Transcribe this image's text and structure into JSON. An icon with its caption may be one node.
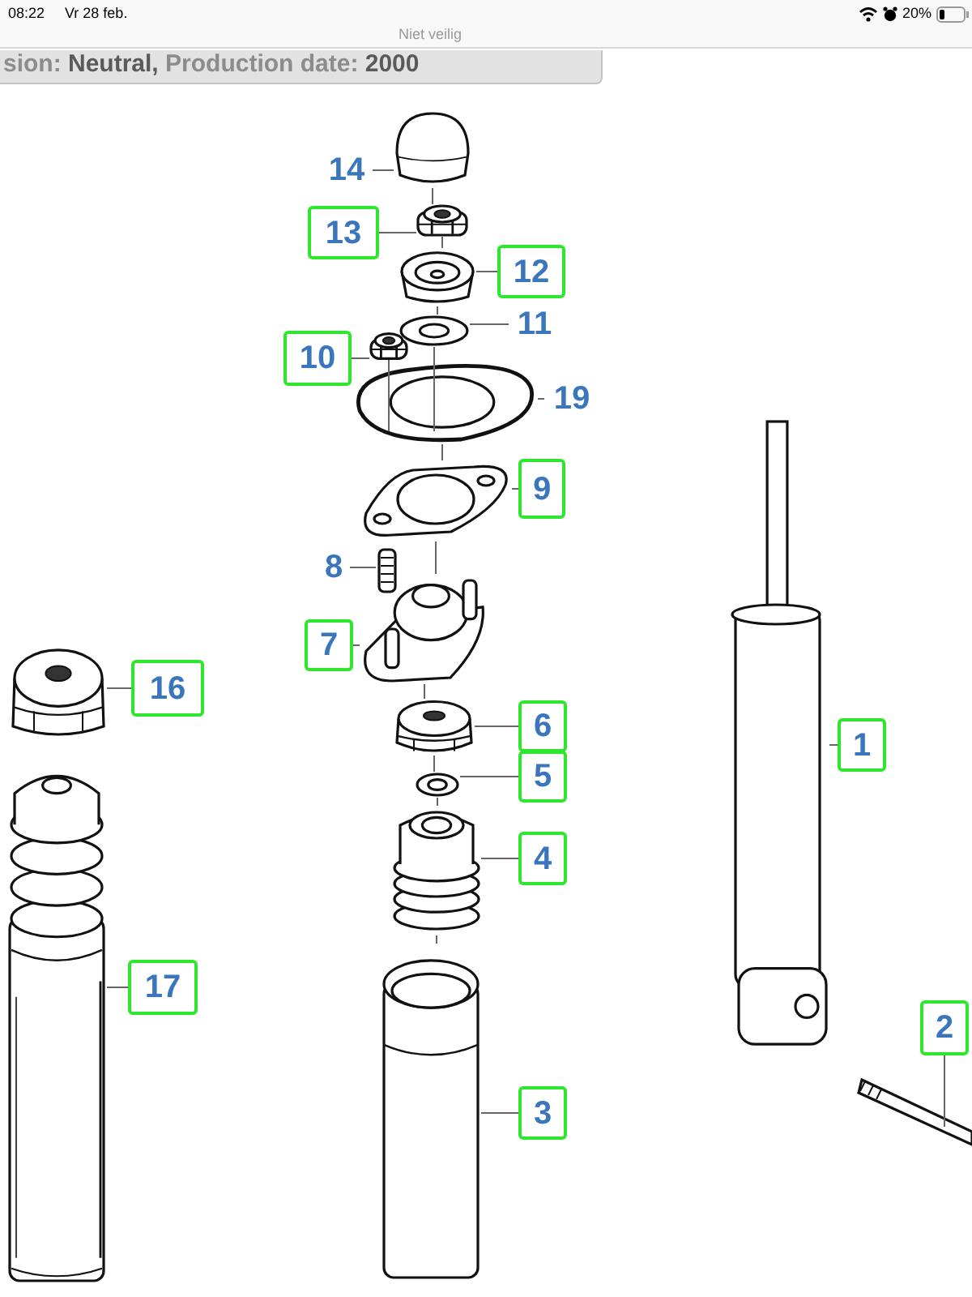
{
  "diagram": {
    "nodes": [
      {
        "text": [
          "14"
        ]
      },
      {
        "text": [
          "13"
        ]
      },
      {
        "text": [
          "12"
        ]
      },
      {
        "text": [
          "11"
        ]
      },
      {
        "text": [
          "10"
        ]
      },
      {
        "text": [
          "19"
        ]
      },
      {
        "text": [
          "9"
        ]
      },
      {
        "text": [
          "8"
        ]
      },
      {
        "text": [
          "7"
        ]
      },
      {
        "text": [
          "16"
        ]
      },
      {
        "text": [
          "6"
        ]
      },
      {
        "text": [
          "1"
        ]
      },
      {
        "text": [
          "5"
        ]
      },
      {
        "text": [
          "4"
        ]
      },
      {
        "text": [
          "17"
        ]
      },
      {
        "text": [
          "2"
        ]
      },
      {
        "text": [
          "3"
        ]
      },
      {
        "text": [],
        "shape": "picture"
      },
      {
        "text": [],
        "shape": "picture"
      },
      {
        "text": [],
        "shape": "picture"
      },
      {
        "text": [],
        "shape": "picture"
      },
      {
        "text": [],
        "shape": "picture"
      },
      {
        "text": [],
        "shape": "picture"
      },
      {
        "text": [],
        "shape": "picture"
      },
      {
        "text": [],
        "shape": "picture"
      },
      {
        "text": [],
        "shape": "picture"
      },
      {
        "text": [],
        "shape": "picture"
      },
      {
        "text": [],
        "shape": "picture"
      },
      {
        "text": [],
        "shape": "picture"
      },
      {
        "text": [],
        "shape": "picture"
      },
      {
        "text": [],
        "shape": "picture"
      },
      {
        "text": [],
        "shape": "picture"
      },
      {
        "text": [],
        "shape": "picture"
      },
      {
        "text": [],
        "shape": "picture"
      }
    ],
    "edges": [
      {
        "from": 0,
        "to": 17,
        "arrow": "none"
      },
      {
        "from": 1,
        "to": 18,
        "arrow": "none"
      },
      {
        "from": 2,
        "to": 19,
        "arrow": "none"
      },
      {
        "from": 3,
        "to": 20,
        "arrow": "none"
      },
      {
        "from": 4,
        "to": 21,
        "arrow": "none"
      },
      {
        "from": 5,
        "to": 22,
        "arrow": "none"
      },
      {
        "from": 6,
        "to": 23,
        "arrow": "none"
      },
      {
        "from": 7,
        "to": 24,
        "arrow": "none"
      },
      {
        "from": 8,
        "to": 25,
        "arrow": "none"
      },
      {
        "from": 9,
        "to": 26,
        "arrow": "none"
      },
      {
        "from": 10,
        "to": 27,
        "arrow": "none"
      },
      {
        "from": 11,
        "to": 28,
        "arrow": "none"
      },
      {
        "from": 12,
        "to": 29,
        "arrow": "none"
      },
      {
        "from": 13,
        "to": 30,
        "arrow": "none"
      },
      {
        "from": 14,
        "to": 31,
        "arrow": "none"
      },
      {
        "from": 15,
        "to": 32,
        "arrow": "none"
      },
      {
        "from": 16,
        "to": 33,
        "arrow": "none"
      },
      {
        "from": 17,
        "to": 18,
        "arrow": "none"
      },
      {
        "from": 18,
        "to": 19,
        "arrow": "none"
      },
      {
        "from": 19,
        "to": 20,
        "arrow": "none"
      },
      {
        "from": 20,
        "to": 22,
        "arrow": "none"
      },
      {
        "from": 21,
        "to": 22,
        "arrow": "none"
      },
      {
        "from": 22,
        "to": 23,
        "arrow": "none"
      },
      {
        "from": 23,
        "to": 25,
        "arrow": "none"
      },
      {
        "from": 25,
        "to": 27,
        "arrow": "none"
      },
      {
        "from": 27,
        "to": 29,
        "arrow": "none"
      },
      {
        "from": 29,
        "to": 30,
        "arrow": "none"
      },
      {
        "from": 30,
        "to": 33,
        "arrow": "none"
      }
    ],
    "labels": [
      "08:22",
      "Vr 28 feb.",
      "Niet veilig",
      "20%",
      "sion: **Neutral,** Production date: **2000**"
    ]
  }
}
